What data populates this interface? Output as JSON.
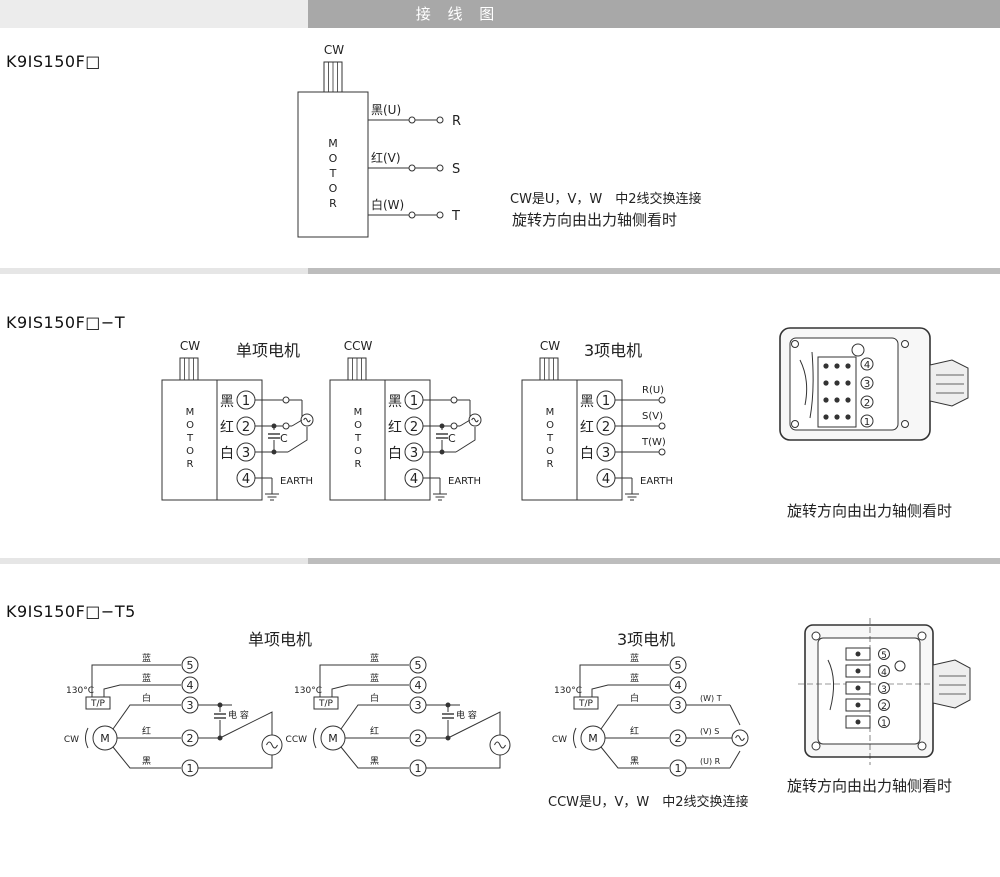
{
  "header": {
    "title": "接 线 图"
  },
  "section1": {
    "model": "K9IS150F□",
    "shaft_label": "CW",
    "motor_letters": [
      "M",
      "O",
      "T",
      "O",
      "R"
    ],
    "wires": [
      {
        "label": "黑(U)",
        "terminal": "R"
      },
      {
        "label": "红(V)",
        "terminal": "S"
      },
      {
        "label": "白(W)",
        "terminal": "T"
      }
    ],
    "note_line1": "CW是U，V，W　中2线交换连接",
    "note_line2": "旋转方向由出力轴侧看时"
  },
  "section2": {
    "model": "K9IS150F□−T",
    "single_phase_title": "单项电机",
    "three_phase_title": "3项电机",
    "cw": "CW",
    "ccw": "CCW",
    "motor_letters": [
      "M",
      "O",
      "T",
      "O",
      "R"
    ],
    "terminals": [
      {
        "color": "黑",
        "num": "1"
      },
      {
        "color": "红",
        "num": "2"
      },
      {
        "color": "白",
        "num": "3"
      },
      {
        "color": "",
        "num": "4"
      }
    ],
    "capacitor": "C",
    "earth": "EARTH",
    "three_phase_outputs": [
      "R(U)",
      "S(V)",
      "T(W)"
    ],
    "box_numbers": [
      "4",
      "3",
      "2",
      "1"
    ],
    "note": "旋转方向由出力轴侧看时"
  },
  "section3": {
    "model": "K9IS150F□−T5",
    "single_phase_title": "单项电机",
    "three_phase_title": "3项电机",
    "temp_label": "130°C",
    "tp_label": "T/P",
    "motor_label": "M",
    "cw": "CW",
    "ccw": "CCW",
    "wire_colors": [
      "蓝",
      "蓝",
      "白",
      "红",
      "黑"
    ],
    "terminal_nums": [
      "5",
      "4",
      "3",
      "2",
      "1"
    ],
    "capacitor_label": "电 容",
    "phase_outputs": [
      "(W) T",
      "(V) S",
      "(U) R"
    ],
    "box_numbers": [
      "5",
      "4",
      "3",
      "2",
      "1"
    ],
    "note_connection": "CCW是U，V，W　中2线交换连接",
    "note": "旋转方向由出力轴侧看时"
  }
}
